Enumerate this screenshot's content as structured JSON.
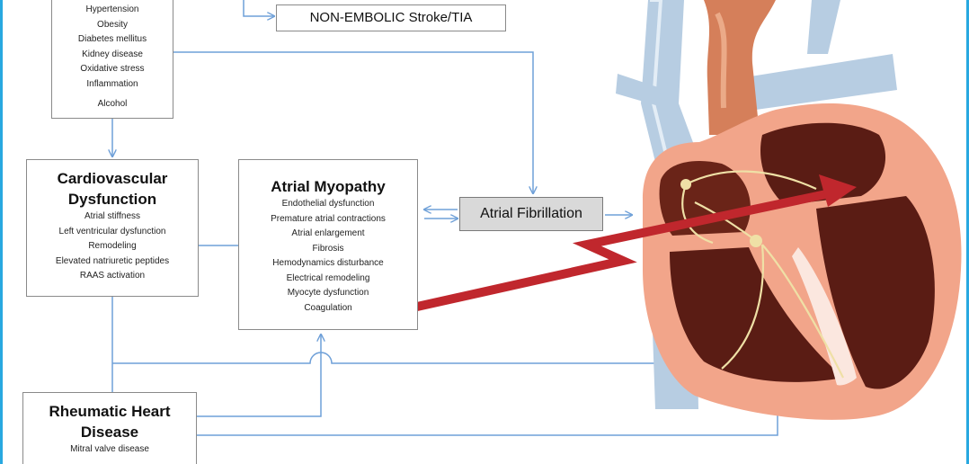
{
  "risk_factors": {
    "items": [
      "Hypertension",
      "Obesity",
      "Diabetes mellitus",
      "Kidney disease",
      "Oxidative stress",
      "Inflammation"
    ],
    "alcohol": "Alcohol"
  },
  "non_embolic": "NON-EMBOLIC Stroke/TIA",
  "cardiovascular": {
    "title_line1": "Cardiovascular",
    "title_line2": "Dysfunction",
    "items": [
      "Atrial stiffness",
      "Left ventricular dysfunction",
      "Remodeling",
      "Elevated natriuretic peptides",
      "RAAS activation"
    ]
  },
  "atrial_myopathy": {
    "title": "Atrial Myopathy",
    "items": [
      "Endothelial dysfunction",
      "Premature atrial contractions",
      "Atrial enlargement",
      "Fibrosis",
      "Hemodynamics disturbance",
      "Electrical remodeling",
      "Myocyte dysfunction",
      "Coagulation"
    ]
  },
  "atrial_fibrillation": "Atrial Fibrillation",
  "rheumatic": {
    "title_line1": "Rheumatic Heart",
    "title_line2": "Disease",
    "items": [
      "Mitral valve disease"
    ]
  },
  "colors": {
    "frame": "#29a8e0",
    "connector": "#6fa0d8",
    "lightning": "#c0272d",
    "af_box": "#d9d9d9",
    "heart_wall": "#f2a58a",
    "heart_chamber": "#5a1c14",
    "vessel": "#b7cde2",
    "aorta": "#d57f5a"
  }
}
